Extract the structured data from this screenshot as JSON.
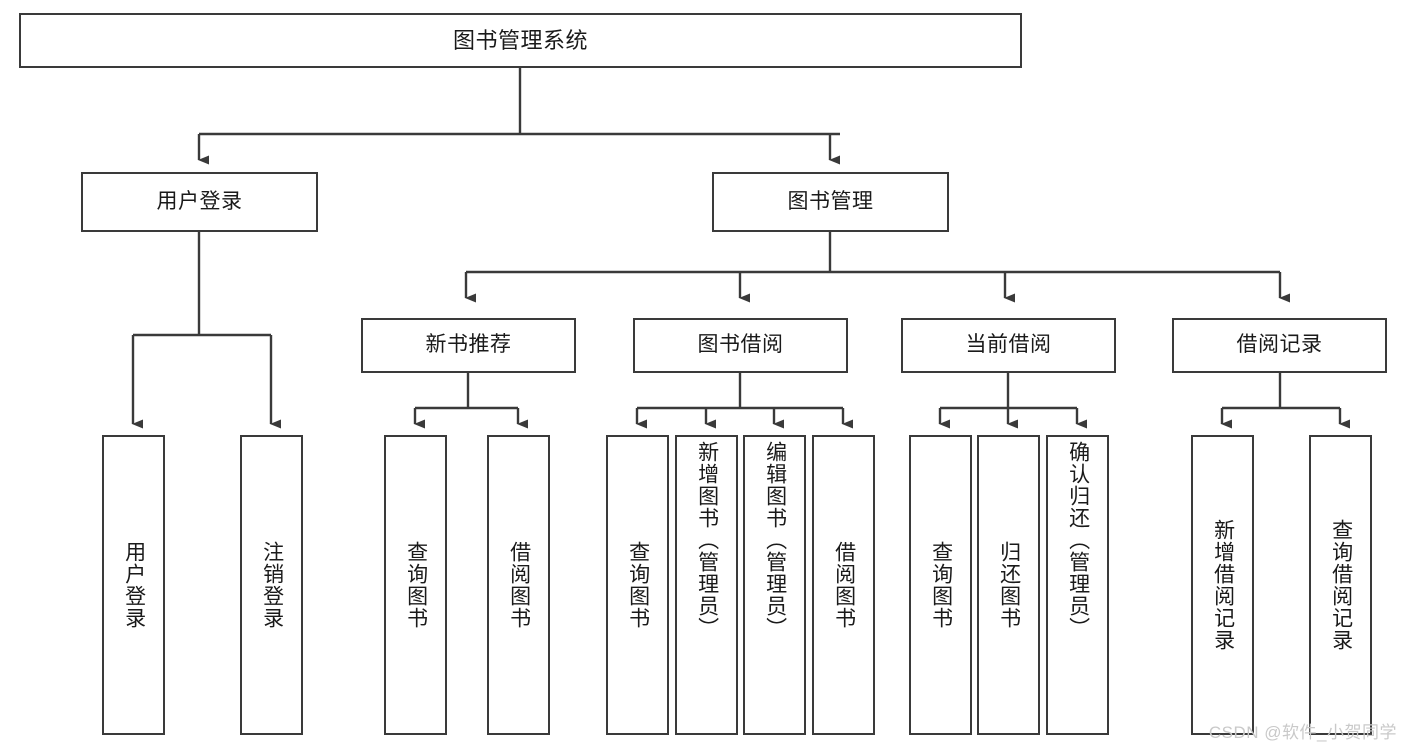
{
  "diagram": {
    "title": "图书管理系统",
    "watermark": "CSDN @软件_小贺同学",
    "line_color": "#3a3a3a",
    "box_fill": "#ffffff",
    "text_color": "#1a1a1a",
    "watermark_color": "#c9c9c9"
  },
  "nodes": {
    "root": {
      "label": "图书管理系统"
    },
    "level2": [
      {
        "id": "user-login",
        "label": "用户登录"
      },
      {
        "id": "book-manage",
        "label": "图书管理"
      }
    ],
    "level3": [
      {
        "id": "new-book-recommend",
        "label": "新书推荐"
      },
      {
        "id": "book-borrow",
        "label": "图书借阅"
      },
      {
        "id": "current-borrow",
        "label": "当前借阅"
      },
      {
        "id": "borrow-record",
        "label": "借阅记录"
      }
    ],
    "leaves": {
      "user_login": [
        {
          "id": "leaf-user-login",
          "label": "用户登录"
        },
        {
          "id": "leaf-logout",
          "label": "注销登录"
        }
      ],
      "new_book_recommend": [
        {
          "id": "leaf-query-book-1",
          "label": "查询图书"
        },
        {
          "id": "leaf-borrow-book-1",
          "label": "借阅图书"
        }
      ],
      "book_borrow": [
        {
          "id": "leaf-query-book-2",
          "label": "查询图书"
        },
        {
          "id": "leaf-add-book",
          "label": "新增图书（管理员）"
        },
        {
          "id": "leaf-edit-book",
          "label": "编辑图书（管理员）"
        },
        {
          "id": "leaf-borrow-book-2",
          "label": "借阅图书"
        }
      ],
      "current_borrow": [
        {
          "id": "leaf-query-book-3",
          "label": "查询图书"
        },
        {
          "id": "leaf-return-book",
          "label": "归还图书"
        },
        {
          "id": "leaf-confirm-return",
          "label": "确认归还（管理员）"
        }
      ],
      "borrow_record": [
        {
          "id": "leaf-add-record",
          "label": "新增借阅记录"
        },
        {
          "id": "leaf-query-record",
          "label": "查询借阅记录"
        }
      ]
    }
  },
  "chart_data": {
    "type": "diagram",
    "subtype": "tree-hierarchy",
    "title": "图书管理系统",
    "orientation": "top-down",
    "levels": 4,
    "edges": [
      {
        "from": "图书管理系统",
        "to": "用户登录"
      },
      {
        "from": "图书管理系统",
        "to": "图书管理"
      },
      {
        "from": "用户登录",
        "to": "用户登录(叶)"
      },
      {
        "from": "用户登录",
        "to": "注销登录"
      },
      {
        "from": "图书管理",
        "to": "新书推荐"
      },
      {
        "from": "图书管理",
        "to": "图书借阅"
      },
      {
        "from": "图书管理",
        "to": "当前借阅"
      },
      {
        "from": "图书管理",
        "to": "借阅记录"
      },
      {
        "from": "新书推荐",
        "to": "查询图书"
      },
      {
        "from": "新书推荐",
        "to": "借阅图书"
      },
      {
        "from": "图书借阅",
        "to": "查询图书"
      },
      {
        "from": "图书借阅",
        "to": "新增图书（管理员）"
      },
      {
        "from": "图书借阅",
        "to": "编辑图书（管理员）"
      },
      {
        "from": "图书借阅",
        "to": "借阅图书"
      },
      {
        "from": "当前借阅",
        "to": "查询图书"
      },
      {
        "from": "当前借阅",
        "to": "归还图书"
      },
      {
        "from": "当前借阅",
        "to": "确认归还（管理员）"
      },
      {
        "from": "借阅记录",
        "to": "新增借阅记录"
      },
      {
        "from": "借阅记录",
        "to": "查询借阅记录"
      }
    ]
  }
}
